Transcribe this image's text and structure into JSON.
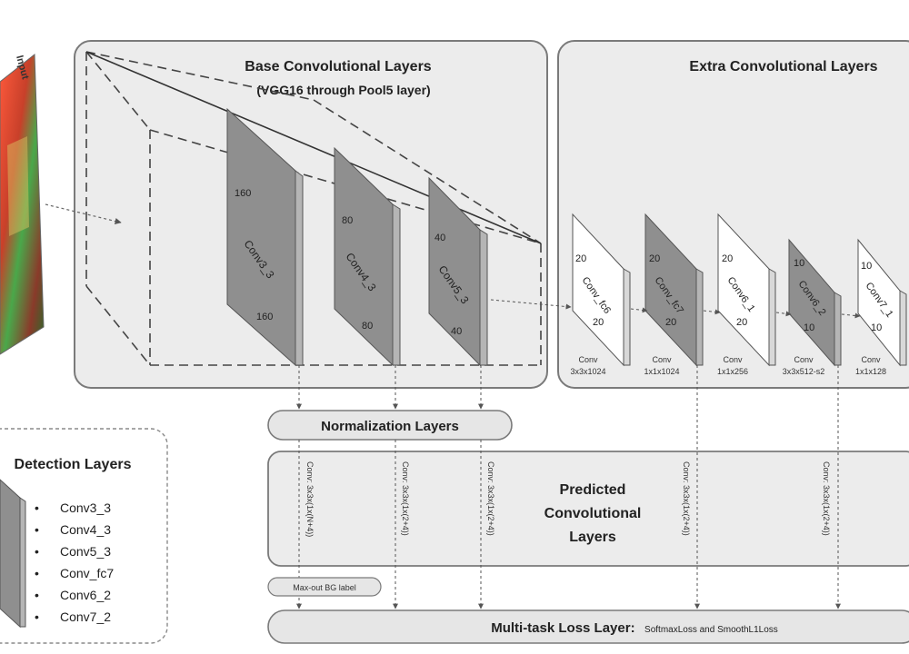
{
  "input": {
    "label": "Input"
  },
  "base": {
    "title": "Base Convolutional Layers",
    "subtitle": "(VGG16 through Pool5 layer)",
    "layers": [
      {
        "name": "Conv3_3",
        "top": "160",
        "bottom": "160"
      },
      {
        "name": "Conv4_3",
        "top": "80",
        "bottom": "80"
      },
      {
        "name": "Conv5_3",
        "top": "40",
        "bottom": "40"
      }
    ]
  },
  "extra": {
    "title": "Extra Convolutional Layers",
    "layers": [
      {
        "name": "Conv_fc6",
        "top": "20",
        "bottom": "20",
        "caption1": "Conv",
        "caption2": "3x3x1024",
        "shade": "white"
      },
      {
        "name": "Conv_fc7",
        "top": "20",
        "bottom": "20",
        "caption1": "Conv",
        "caption2": "1x1x1024",
        "shade": "dark"
      },
      {
        "name": "Conv6_1",
        "top": "20",
        "bottom": "20",
        "caption1": "Conv",
        "caption2": "1x1x256",
        "shade": "white"
      },
      {
        "name": "Conv6_2",
        "top": "10",
        "bottom": "10",
        "caption1": "Conv",
        "caption2": "3x3x512-s2",
        "shade": "dark"
      },
      {
        "name": "Conv7_1",
        "top": "10",
        "bottom": "10",
        "caption1": "Conv",
        "caption2": "1x1x128",
        "shade": "white"
      }
    ]
  },
  "normalization": {
    "label": "Normalization Layers"
  },
  "predicted": {
    "line1": "Predicted",
    "line2": "Convolutional",
    "line3": "Layers",
    "conv_labels": [
      "Conv: 3x3x(1x(N+4))",
      "Conv: 3x3x(1x(2+4))",
      "Conv: 3x3x(1x(2+4))",
      "Conv: 3x3x(1x(2+4))",
      "Conv: 3x3x(1x(2+4))"
    ]
  },
  "maxout": {
    "label": "Max-out BG label"
  },
  "loss": {
    "title": "Multi-task Loss Layer:",
    "detail": "SoftmaxLoss and SmoothL1Loss"
  },
  "detection": {
    "title": "Detection  Layers",
    "items": [
      "Conv3_3",
      "Conv4_3",
      "Conv5_3",
      "Conv_fc7",
      "Conv6_2",
      "Conv7_2"
    ]
  },
  "colors": {
    "panel": "#ececec",
    "panel_border": "#7a7a7a",
    "layer_dark": "#8f8f8f",
    "layer_dark_side": "#b5b5b5",
    "layer_white": "#ffffff"
  }
}
